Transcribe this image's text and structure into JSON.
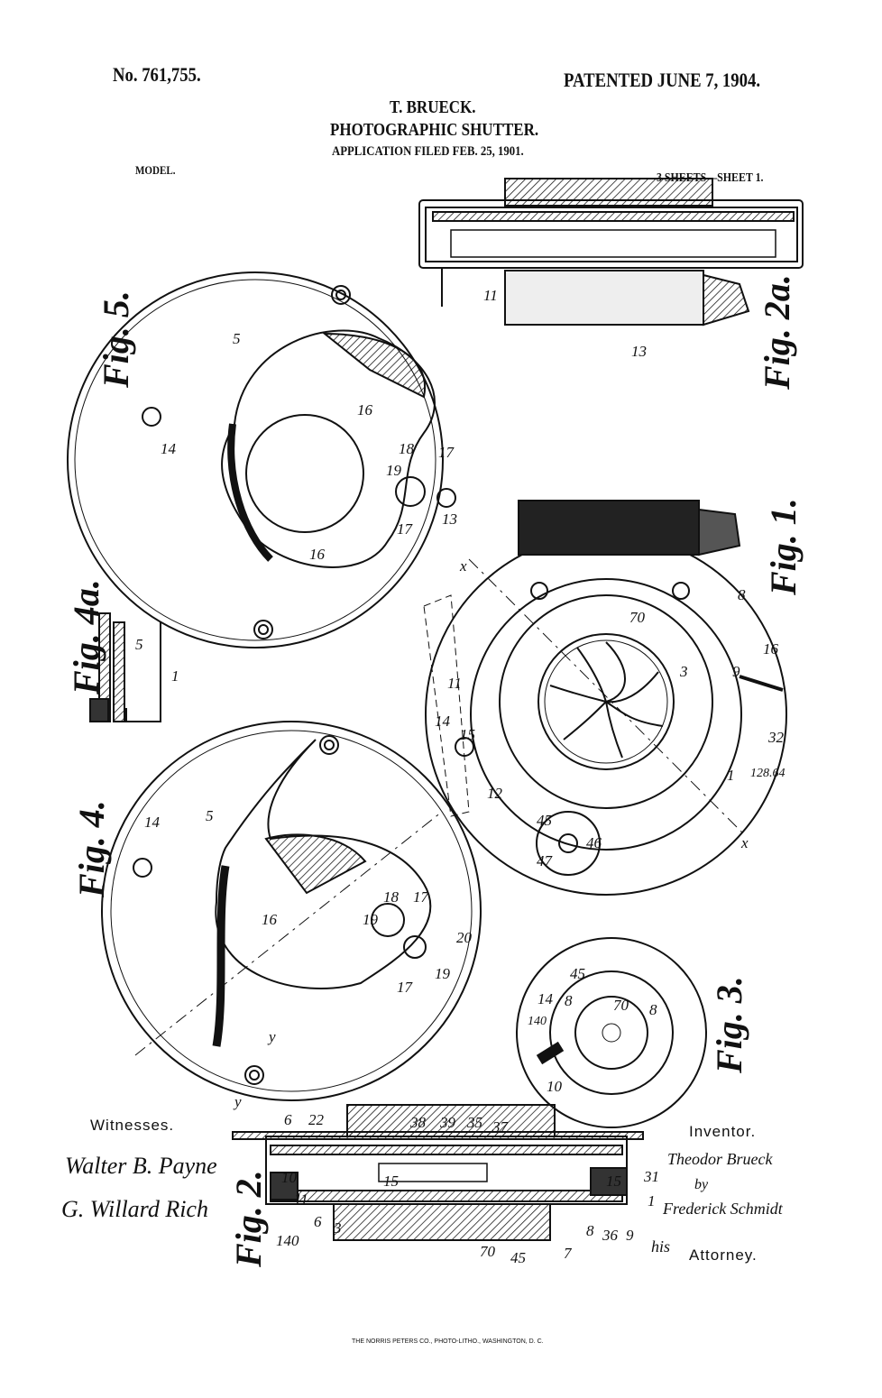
{
  "header": {
    "patent_number": "No. 761,755.",
    "patented": "PATENTED JUNE 7, 1904.",
    "inventor_name": "T. BRUECK.",
    "title": "PHOTOGRAPHIC SHUTTER.",
    "application": "APPLICATION FILED FEB. 25, 1901.",
    "model": "MODEL.",
    "sheets": "3 SHEETS—SHEET 1."
  },
  "figures": {
    "fig5": "Fig. 5.",
    "fig2a": "Fig. 2a.",
    "fig4a": "Fig. 4a.",
    "fig1": "Fig. 1.",
    "fig4": "Fig. 4.",
    "fig3": "Fig. 3.",
    "fig2": "Fig. 2."
  },
  "numerals": [
    "5",
    "14",
    "16",
    "16",
    "18",
    "17",
    "19",
    "17",
    "13",
    "11",
    "13",
    "5",
    "1",
    "70",
    "3",
    "9",
    "16",
    "8",
    "32",
    "128.64",
    "1",
    "11",
    "14",
    "15",
    "12",
    "45",
    "47",
    "46",
    "x",
    "x",
    "5",
    "14",
    "16",
    "18",
    "17",
    "19",
    "20",
    "19",
    "17",
    "y",
    "y",
    "14",
    "140",
    "45",
    "8",
    "70",
    "8",
    "10",
    "6",
    "22",
    "38",
    "39",
    "35",
    "37",
    "31",
    "15",
    "15",
    "1",
    "10",
    "11",
    "3",
    "6",
    "140",
    "70",
    "45",
    "7",
    "8",
    "36",
    "9"
  ],
  "signatures": {
    "witnesses_label": "Witnesses.",
    "witness_1": "Walter B. Payne",
    "witness_2": "G. Willard Rich",
    "inventor_label": "Inventor.",
    "inventor_signature": "Theodor Brueck",
    "by": "by",
    "attorney_signature": "Frederick Schmidt",
    "his": "his",
    "attorney_label": "Attorney."
  },
  "footer": "THE NORRIS PETERS CO., PHOTO-LITHO., WASHINGTON, D. C."
}
